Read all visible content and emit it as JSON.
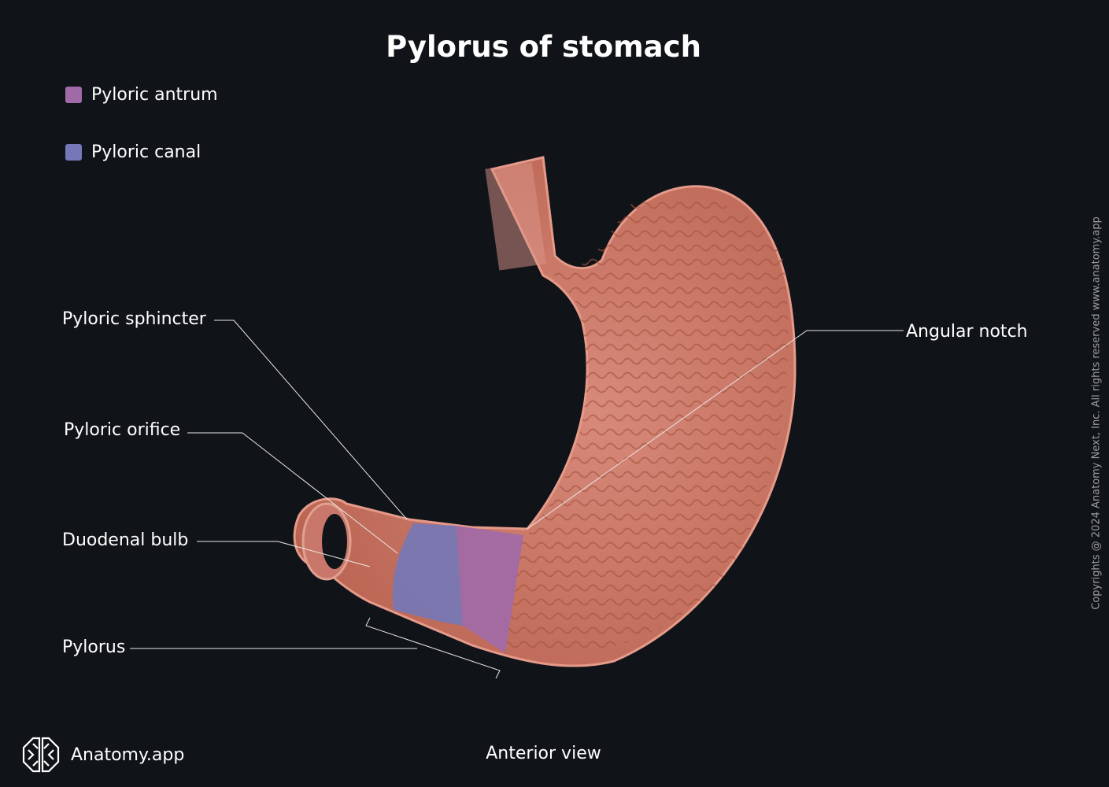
{
  "title": "Pylorus of stomach",
  "legend": [
    {
      "label": "Pyloric antrum",
      "color": "#a06aa8"
    },
    {
      "label": "Pyloric canal",
      "color": "#7478b8"
    }
  ],
  "labels": {
    "pyloric_sphincter": "Pyloric sphincter",
    "pyloric_orifice": "Pyloric orifice",
    "duodenal_bulb": "Duodenal bulb",
    "pylorus": "Pylorus",
    "angular_notch": "Angular notch"
  },
  "view": "Anterior view",
  "brand": "Anatomy.app",
  "copyright": "Copyrights @ 2024 Anatomy Next, Inc. All rights reserved www.anatomy.app",
  "colors": {
    "background": "#101318",
    "tissue": "#c9776a"
  }
}
